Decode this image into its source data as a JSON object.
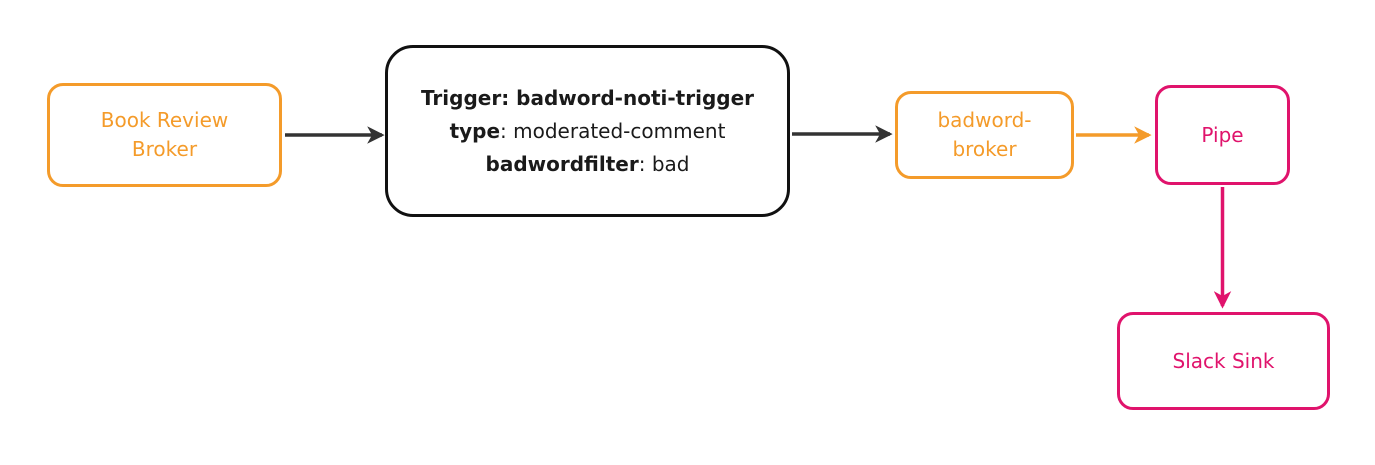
{
  "diagram": {
    "type": "flow",
    "background": "#ffffff",
    "colors": {
      "orange": "#f49b2a",
      "pink": "#e0136c",
      "node_border_dark": "#111111",
      "arrow_dark": "#333333"
    },
    "nodes": {
      "book_review_broker": {
        "label": "Book Review Broker",
        "color": "#f49b2a"
      },
      "trigger": {
        "line1": "Trigger: badword-noti-trigger",
        "line2_key": "type",
        "line2_value": ": moderated-comment",
        "line3_key": "badwordfilter",
        "line3_value": ": bad",
        "color": "#111111"
      },
      "badword_broker": {
        "label": "badword-broker",
        "color": "#f49b2a"
      },
      "pipe": {
        "label": "Pipe",
        "color": "#e0136c"
      },
      "slack_sink": {
        "label": "Slack Sink",
        "color": "#e0136c"
      }
    },
    "edges": [
      {
        "from": "book_review_broker",
        "to": "trigger",
        "color": "#333333"
      },
      {
        "from": "trigger",
        "to": "badword_broker",
        "color": "#333333"
      },
      {
        "from": "badword_broker",
        "to": "pipe",
        "color": "#f49b2a"
      },
      {
        "from": "pipe",
        "to": "slack_sink",
        "color": "#e0136c"
      }
    ]
  }
}
